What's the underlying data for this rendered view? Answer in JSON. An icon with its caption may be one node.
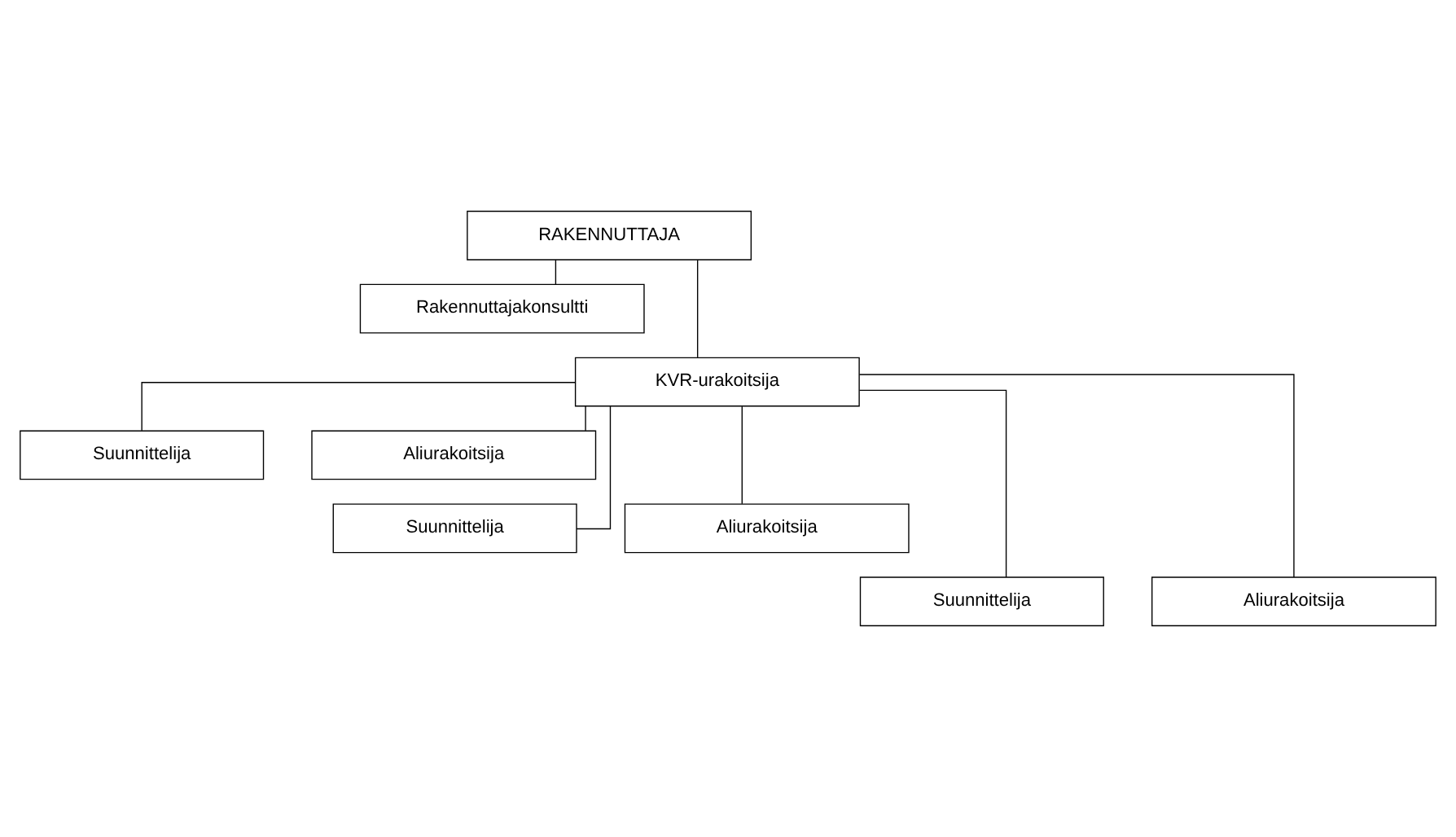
{
  "diagram": {
    "nodes": [
      {
        "text": [
          "RAKENNUTTAJA"
        ]
      },
      {
        "text": [
          "Rakennuttajakonsultti"
        ]
      },
      {
        "text": [
          "KVR-urakoitsija"
        ]
      },
      {
        "text": [
          "Suunnittelija"
        ]
      },
      {
        "text": [
          "Aliurakoitsija"
        ]
      },
      {
        "text": [
          "Suunnittelija"
        ]
      },
      {
        "text": [
          "Aliurakoitsija"
        ]
      },
      {
        "text": [
          "Suunnittelija"
        ]
      },
      {
        "text": [
          "Aliurakoitsija"
        ]
      }
    ],
    "edges": [
      {
        "from": 0,
        "to": 1,
        "arrow": "none"
      },
      {
        "from": 0,
        "to": 2,
        "arrow": "none"
      },
      {
        "from": 2,
        "to": 3,
        "arrow": "none"
      },
      {
        "from": 2,
        "to": 5,
        "arrow": "none"
      },
      {
        "from": 2,
        "to": 7,
        "arrow": "none"
      },
      {
        "from": 2,
        "to": 4,
        "arrow": "none"
      },
      {
        "from": 2,
        "to": 6,
        "arrow": "none"
      },
      {
        "from": 2,
        "to": 8,
        "arrow": "none"
      }
    ]
  }
}
